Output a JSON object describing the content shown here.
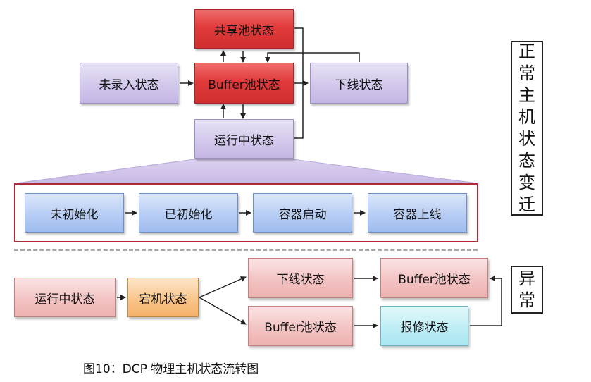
{
  "normal": {
    "shared_pool": "共享池状态",
    "not_entered": "未录入状态",
    "buffer_pool": "Buffer池状态",
    "offline": "下线状态",
    "running": "运行中状态",
    "stages": [
      "未初始化",
      "已初始化",
      "容器启动",
      "容器上线"
    ],
    "side_label": [
      "正",
      "常",
      "主",
      "机",
      "状",
      "态",
      "变",
      "迁"
    ]
  },
  "abnormal": {
    "running": "运行中状态",
    "crashed": "宕机状态",
    "offline": "下线状态",
    "buffer_pool_top": "Buffer池状态",
    "buffer_pool_bottom": "Buffer池状态",
    "repair": "报修状态",
    "side_label": [
      "异",
      "常"
    ]
  },
  "caption": "图10：DCP 物理主机状态流转图"
}
